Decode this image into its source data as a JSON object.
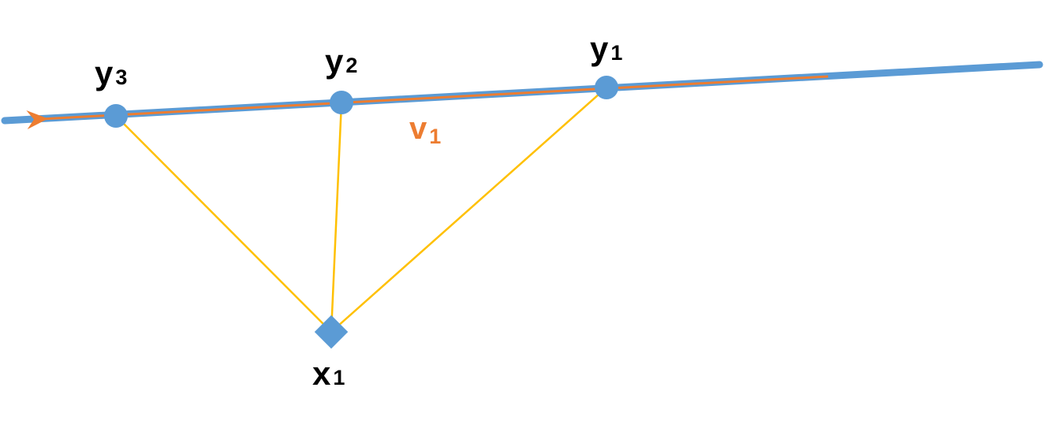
{
  "colors": {
    "line": "#5b9bd5",
    "vector": "#ed7d31",
    "connector": "#ffc000",
    "point": "#5b9bd5",
    "label": "#000000",
    "vector_label": "#ed7d31"
  },
  "points": [
    {
      "name": "y",
      "sub": "1"
    },
    {
      "name": "y",
      "sub": "2"
    },
    {
      "name": "y",
      "sub": "3"
    }
  ],
  "source": {
    "name": "x",
    "sub": "1"
  },
  "vector": {
    "name": "v",
    "sub": "1"
  }
}
